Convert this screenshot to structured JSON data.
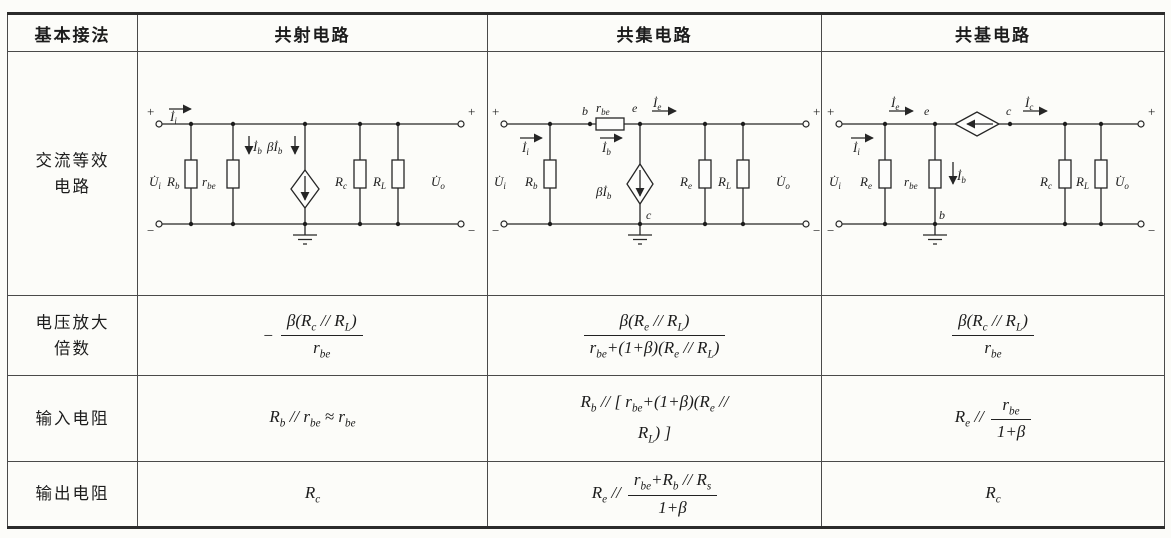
{
  "header": {
    "c0": "基本接法",
    "c1": "共射电路",
    "c2": "共集电路",
    "c3": "共基电路"
  },
  "rows": {
    "equiv": {
      "l1": "交流等效",
      "l2": "电路"
    },
    "gain": {
      "l1": "电压放大",
      "l2": "倍数"
    },
    "rin": {
      "l1": "输入电阻"
    },
    "rout": {
      "l1": "输出电阻"
    }
  },
  "signs": {
    "plus": "+",
    "minus": "−"
  },
  "circuits": {
    "ce": {
      "ii": "İ_{i}",
      "ui": "U̇_{i}",
      "rb": "R_{b}",
      "rbe": "r_{be}",
      "ib": "İ_{b}",
      "bib": "βİ_{b}",
      "rc": "R_{c}",
      "rl": "R_{L}",
      "uo": "U̇_{o}"
    },
    "cc": {
      "ii": "İ_{i}",
      "b": "b",
      "rbe": "r_{be}",
      "e": "e",
      "ie": "İ_{e}",
      "ib": "İ_{b}",
      "ui": "U̇_{i}",
      "rb": "R_{b}",
      "bib": "βİ_{b}",
      "c": "c",
      "re": "R_{e}",
      "rl": "R_{L}",
      "uo": "U̇_{o}"
    },
    "cb": {
      "ie": "İ_{e}",
      "e": "e",
      "ic": "İ_{c}",
      "c": "c",
      "ii": "İ_{i}",
      "ui": "U̇_{i}",
      "re": "R_{e}",
      "rbe": "r_{be}",
      "ib": "İ_{b}",
      "b": "b",
      "rc": "R_{c}",
      "rl": "R_{L}",
      "uo": "U̇_{o}"
    }
  },
  "formulas": {
    "gain_ce": {
      "pre": "−",
      "num": "β(R_{c} // R_{L})",
      "den": "r_{be}"
    },
    "gain_cc": {
      "num": "β(R_{e} // R_{L})",
      "den": "r_{be}+(1+β)(R_{e} // R_{L})"
    },
    "gain_cb": {
      "num": "β(R_{c} // R_{L})",
      "den": "r_{be}"
    },
    "rin_ce": {
      "text": "R_{b} // r_{be} ≈ r_{be}"
    },
    "rin_cc": {
      "line1": "R_{b} // [ r_{be}+(1+β)(R_{e} //",
      "line2": "R_{L}) ]"
    },
    "rin_cb": {
      "pre": "R_{e} //",
      "num": "r_{be}",
      "den": "1+β"
    },
    "rout_ce": {
      "text": "R_{c}"
    },
    "rout_cc": {
      "pre": "R_{e} //",
      "num": "r_{be}+R_{b} // R_{s}",
      "den": "1+β"
    },
    "rout_cb": {
      "text": "R_{c}"
    }
  }
}
